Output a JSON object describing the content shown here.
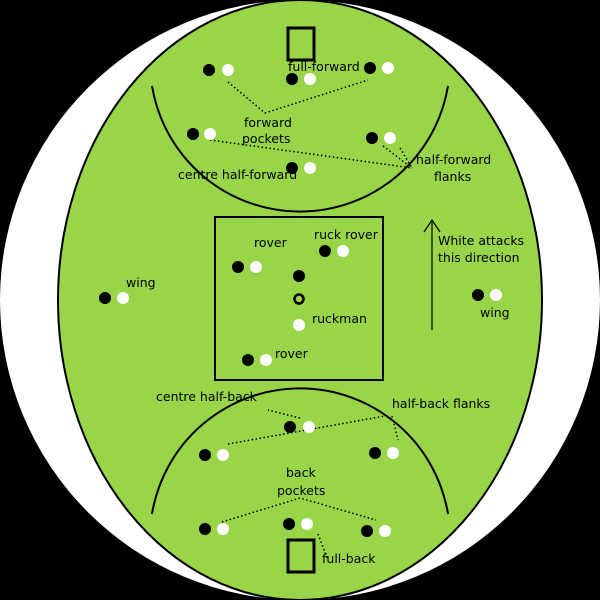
{
  "colors": {
    "field": "#99d549",
    "background": "#000000",
    "line": "#000000",
    "team_black": "#000000",
    "team_white": "#ffffff"
  },
  "labels": {
    "full_forward": "full-forward",
    "forward_pockets_1": "forward",
    "forward_pockets_2": "pockets",
    "half_forward_flanks_1": "half-forward",
    "half_forward_flanks_2": "flanks",
    "centre_half_forward": "centre half-forward",
    "rover_top": "rover",
    "ruck_rover": "ruck rover",
    "wing_left": "wing",
    "wing_right": "wing",
    "ruckman": "ruckman",
    "rover_bottom": "rover",
    "centre_half_back": "centre half-back",
    "half_back_flanks": "half-back flanks",
    "back_pockets_1": "back",
    "back_pockets_2": "pockets",
    "full_back": "full-back",
    "direction_1": "White attacks",
    "direction_2": "this direction"
  }
}
